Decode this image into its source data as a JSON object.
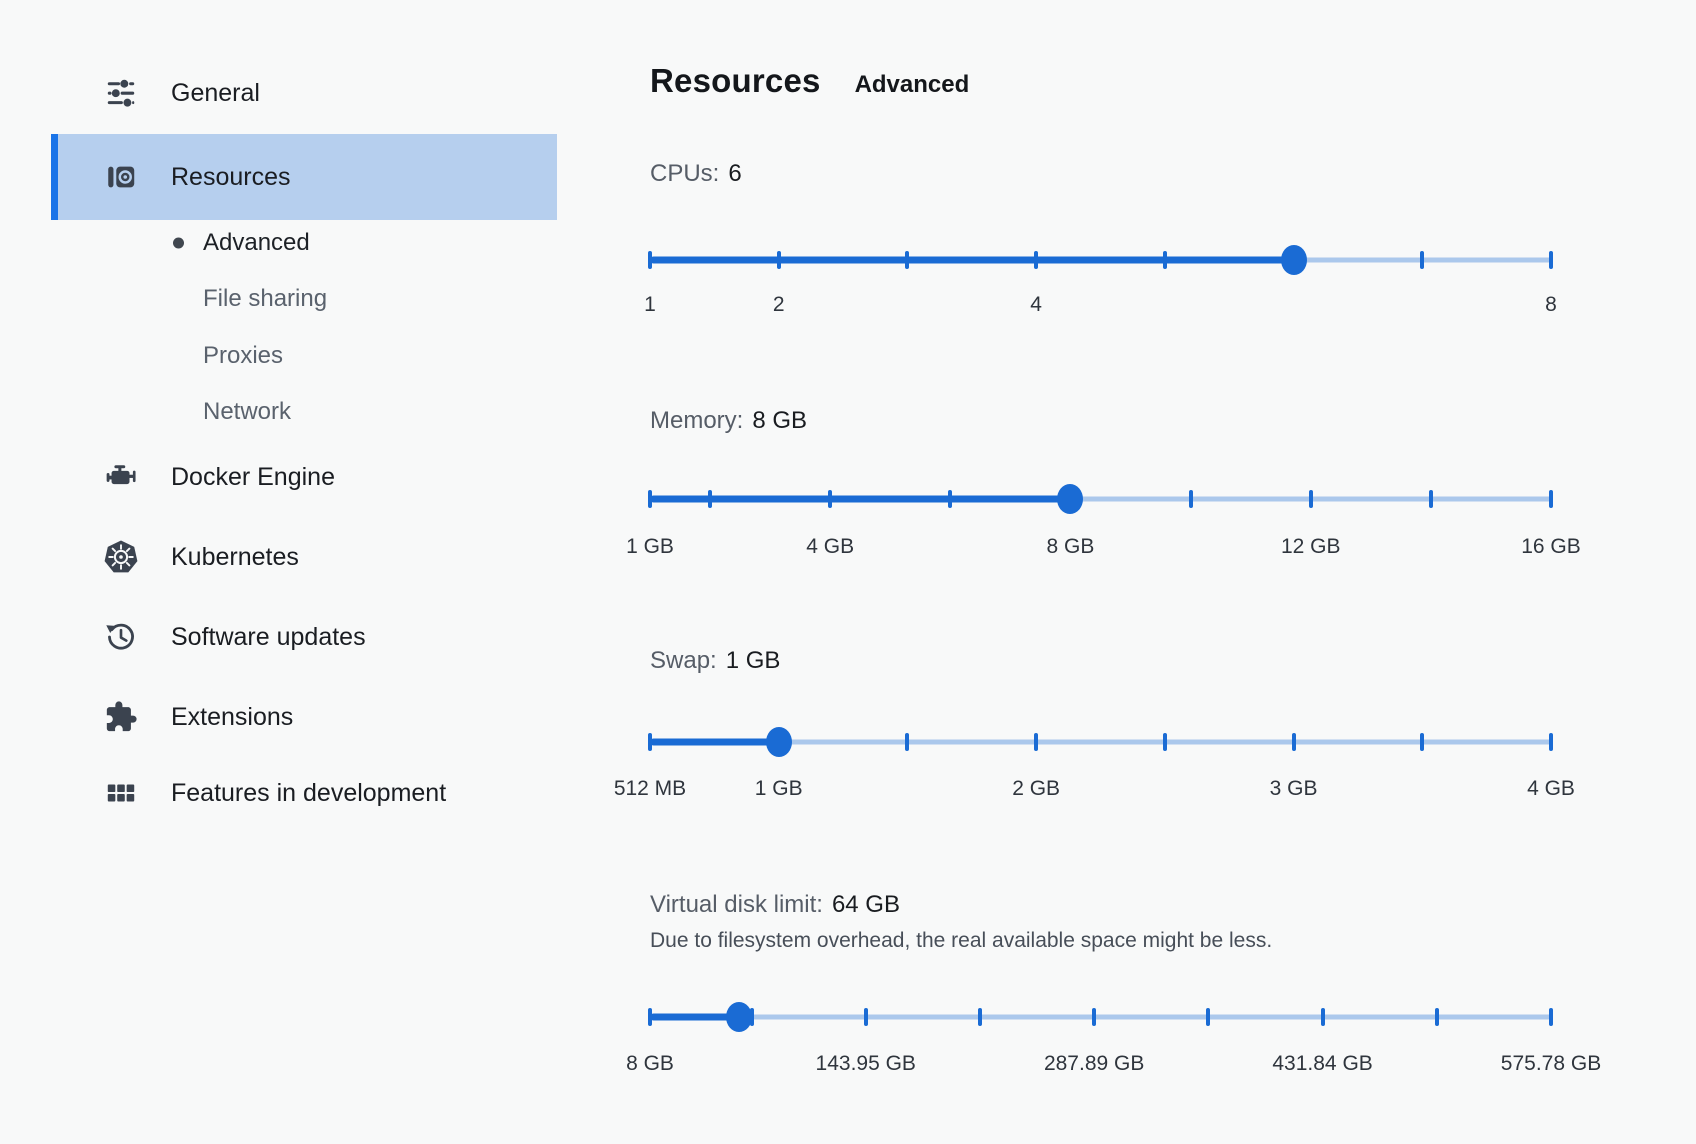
{
  "colors": {
    "accent_blue": "#1a6bd4",
    "track_inactive": "#abc8ec",
    "sidebar_highlight": "#b6cfee",
    "sidebar_accent_bar": "#1a74e8"
  },
  "header": {
    "title": "Resources",
    "subtitle": "Advanced"
  },
  "sidebar": {
    "items": [
      {
        "id": "general",
        "label": "General",
        "icon": "tune-icon",
        "active": false
      },
      {
        "id": "resources",
        "label": "Resources",
        "icon": "storage-icon",
        "active": true,
        "sub_items": [
          {
            "id": "advanced",
            "label": "Advanced",
            "active": true
          },
          {
            "id": "file-sharing",
            "label": "File sharing",
            "active": false
          },
          {
            "id": "proxies",
            "label": "Proxies",
            "active": false
          },
          {
            "id": "network",
            "label": "Network",
            "active": false
          }
        ]
      },
      {
        "id": "docker-engine",
        "label": "Docker Engine",
        "icon": "engine-icon",
        "active": false
      },
      {
        "id": "kubernetes",
        "label": "Kubernetes",
        "icon": "kubernetes-icon",
        "active": false
      },
      {
        "id": "software-updates",
        "label": "Software updates",
        "icon": "history-icon",
        "active": false
      },
      {
        "id": "extensions",
        "label": "Extensions",
        "icon": "puzzle-icon",
        "active": false
      },
      {
        "id": "features-in-development",
        "label": "Features in development",
        "icon": "grid-icon",
        "active": false
      }
    ]
  },
  "sections": [
    {
      "id": "cpus",
      "label": "CPUs:",
      "value_text": "6",
      "slider": {
        "min": 1,
        "max": 8,
        "value": 6,
        "ticks": [
          1,
          2,
          3,
          4,
          5,
          6,
          7,
          8
        ],
        "tick_labels": [
          {
            "at": 1,
            "text": "1"
          },
          {
            "at": 2,
            "text": "2"
          },
          {
            "at": 4,
            "text": "4"
          },
          {
            "at": 8,
            "text": "8"
          }
        ]
      }
    },
    {
      "id": "memory",
      "label": "Memory:",
      "value_text": "8 GB",
      "slider": {
        "min": 1,
        "max": 16,
        "value": 8,
        "ticks": [
          1,
          2,
          4,
          6,
          8,
          10,
          12,
          14,
          16
        ],
        "tick_labels": [
          {
            "at": 1,
            "text": "1 GB"
          },
          {
            "at": 4,
            "text": "4 GB"
          },
          {
            "at": 8,
            "text": "8 GB"
          },
          {
            "at": 12,
            "text": "12 GB"
          },
          {
            "at": 16,
            "text": "16 GB"
          }
        ]
      }
    },
    {
      "id": "swap",
      "label": "Swap:",
      "value_text": "1 GB",
      "slider": {
        "min": 0.5,
        "max": 4,
        "value": 1,
        "ticks": [
          0.5,
          1,
          1.5,
          2,
          2.5,
          3,
          3.5,
          4
        ],
        "tick_labels": [
          {
            "at": 0.5,
            "text": "512 MB"
          },
          {
            "at": 1,
            "text": "1 GB"
          },
          {
            "at": 2,
            "text": "2 GB"
          },
          {
            "at": 3,
            "text": "3 GB"
          },
          {
            "at": 4,
            "text": "4 GB"
          }
        ]
      }
    },
    {
      "id": "disk",
      "label": "Virtual disk limit:",
      "value_text": "64 GB",
      "note": "Due to filesystem overhead, the real available space might be less.",
      "slider": {
        "min": 8,
        "max": 575.78,
        "value": 64,
        "ticks": [
          8,
          71.97,
          143.95,
          215.92,
          287.89,
          359.86,
          431.84,
          503.81,
          575.78
        ],
        "tick_labels": [
          {
            "at": 8,
            "text": "8 GB"
          },
          {
            "at": 143.95,
            "text": "143.95 GB"
          },
          {
            "at": 287.89,
            "text": "287.89 GB"
          },
          {
            "at": 431.84,
            "text": "431.84 GB"
          },
          {
            "at": 575.78,
            "text": "575.78 GB"
          }
        ]
      }
    }
  ]
}
